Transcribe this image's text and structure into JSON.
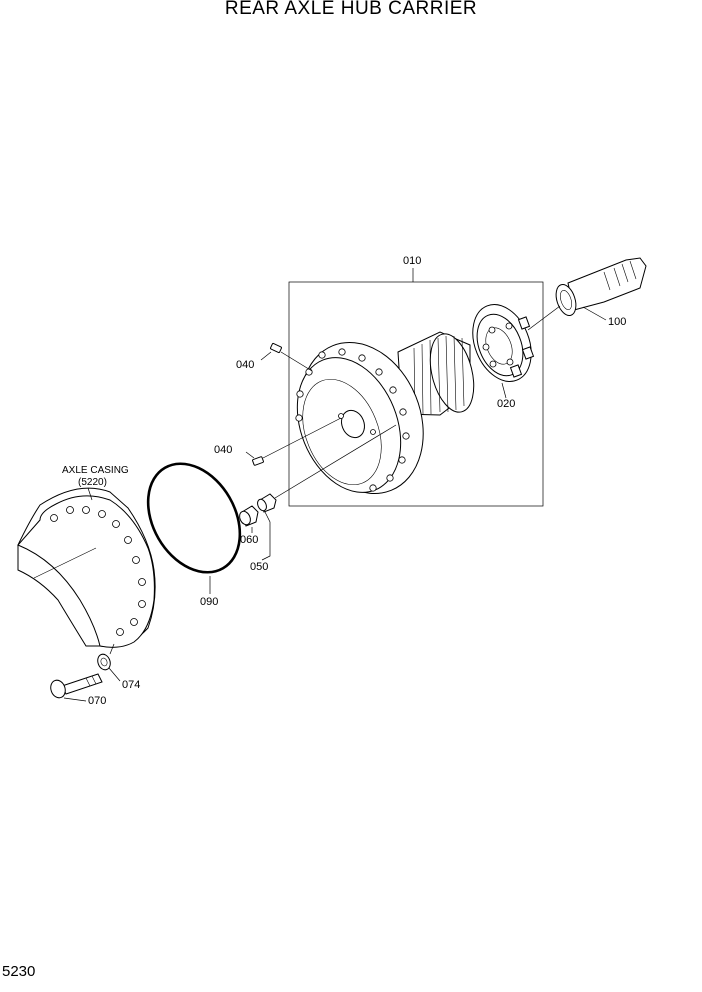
{
  "title": "REAR AXLE HUB CARRIER",
  "page_number": "5230",
  "callouts": {
    "c010": "010",
    "c020": "020",
    "c040a": "040",
    "c040b": "040",
    "c050": "050",
    "c060": "060",
    "c070": "070",
    "c074": "074",
    "c090": "090",
    "c100": "100"
  },
  "axle_casing": {
    "name": "AXLE CASING",
    "ref": "(5220)"
  }
}
